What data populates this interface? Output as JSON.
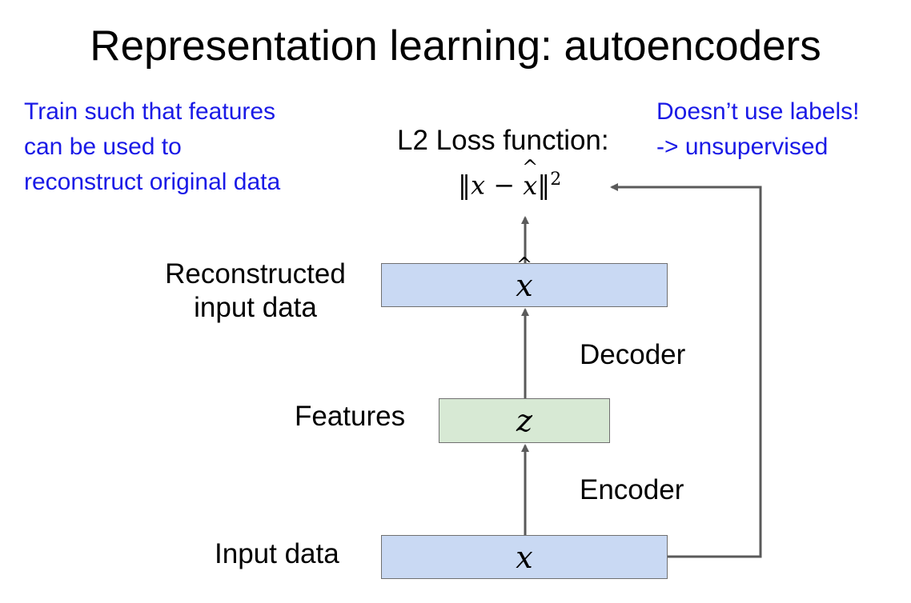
{
  "title": "Representation learning: autoencoders",
  "notes": {
    "left": [
      "Train such that features",
      "can be used to",
      "reconstruct original data"
    ],
    "right": [
      "Doesn’t use labels!",
      "-> unsupervised"
    ]
  },
  "loss": {
    "label": "L2 Loss function:",
    "formula_x": "x",
    "formula_minus": " − ",
    "formula_xhat": "x",
    "formula_exp": "2"
  },
  "layers": {
    "reconstructed": {
      "label_line1": "Reconstructed",
      "label_line2": "input data",
      "symbol": "x"
    },
    "features": {
      "label": "Features",
      "symbol": "z"
    },
    "input": {
      "label": "Input data",
      "symbol": "x"
    }
  },
  "stages": {
    "decoder": "Decoder",
    "encoder": "Encoder"
  },
  "colors": {
    "note_text": "#1a1ae6",
    "data_box": "#c9d9f3",
    "feature_box": "#d7e9d4",
    "arrow": "#5a5a5a"
  }
}
